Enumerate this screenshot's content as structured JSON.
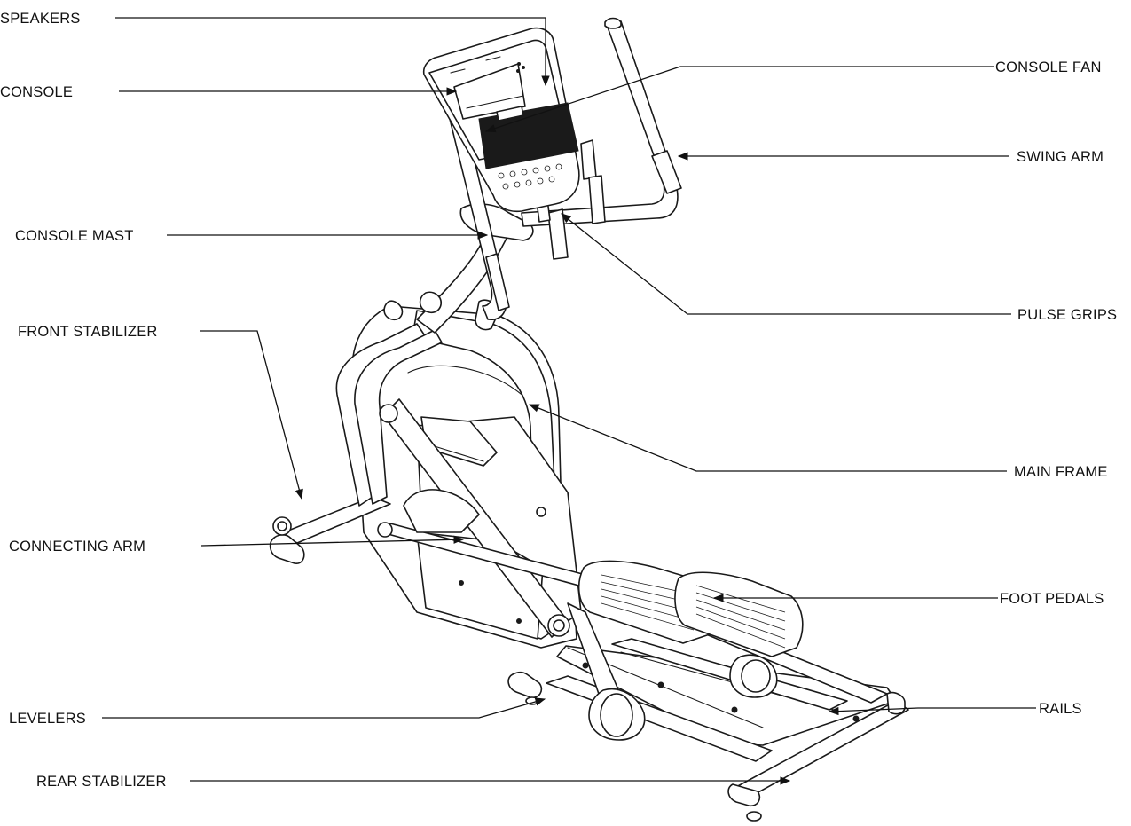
{
  "title": "",
  "labels": {
    "speakers": "SPEAKERS",
    "console": "CONSOLE",
    "console_mast": "CONSOLE MAST",
    "front_stabilizer": "FRONT STABILIZER",
    "connecting_arm": "CONNECTING ARM",
    "levelers": "LEVELERS",
    "rear_stabilizer": "REAR STABILIZER",
    "console_fan": "CONSOLE FAN",
    "swing_arm": "SWING ARM",
    "pulse_grips": "PULSE GRIPS",
    "main_frame": "MAIN FRAME",
    "foot_pedals": "FOOT PEDALS",
    "rails": "RAILS"
  }
}
